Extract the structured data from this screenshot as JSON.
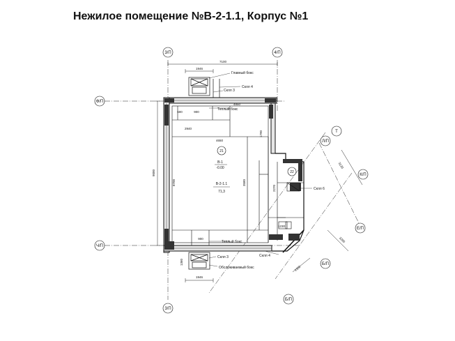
{
  "title": "Нежилое помещение №В-2-1.1, Корпус №1",
  "axes": {
    "top_left": "3/П",
    "top_right": "4/П",
    "left_top": "Ф/П",
    "left_bottom": "Ч/П",
    "bottom_left": "3/П",
    "diag_1": "Т",
    "diag_2": "Л/П",
    "diag_3": "К/П",
    "diag_4": "Е/П",
    "diag_5": "Б/П",
    "diag_6": "Б/П"
  },
  "dimensions": {
    "top_total": "7100",
    "top_vent": "1946",
    "inner_top": "4850",
    "inner_600": "600",
    "inner_900": "900",
    "width_2940": "2940",
    "inner_4650": "4650",
    "left_height": "9000",
    "left_inner": "8700",
    "center_v": "3580",
    "right_v": "1790",
    "bot_900": "900",
    "bot_1360": "1360",
    "bot_vent": "1946",
    "diag_3130": "3130",
    "diag_3260": "3260",
    "diag_1350": "1350",
    "small_2270": "2270",
    "small_1230": "1230"
  },
  "notes": {
    "main_cable": "Главный бокс",
    "shaft_4_top": "Склл 4",
    "shaft_3_top": "Склл 3",
    "ventilation_top": "Теплый бокс",
    "shaft_6": "Склл 6",
    "ventilation_bottom": "Теплый бокс",
    "shaft_3_bot": "Склл 3",
    "shaft_4_bot": "Склл 4",
    "service_box": "Обслуживаемый бокс"
  },
  "rooms": {
    "main_no": "21",
    "main_code": "В-1",
    "main_level": "-0.00",
    "main_label": "В-2-1.1",
    "main_area": "71,3",
    "small_no": "22"
  }
}
